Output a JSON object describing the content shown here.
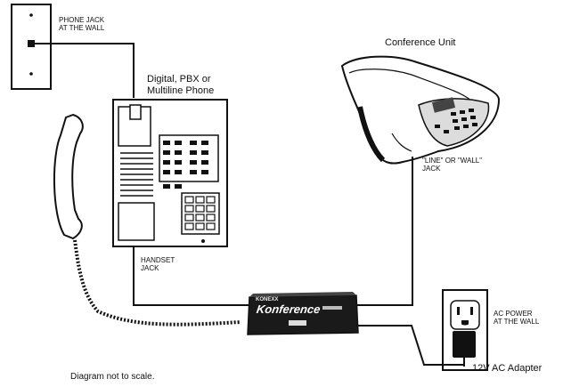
{
  "labels": {
    "phone_jack": [
      "PHONE JACK",
      "AT THE WALL"
    ],
    "phone": [
      "Digital, PBX or",
      "Multiline Phone"
    ],
    "conference_unit": "Conference Unit",
    "line_jack": [
      "\"LINE\" or \"WALL\"",
      "JACK"
    ],
    "handset_jack": [
      "HANDSET",
      "JACK"
    ],
    "ac_power": [
      "AC POWER",
      "AT THE WALL"
    ],
    "adapter": "12V AC Adapter",
    "note": "Diagram not to scale.",
    "device_brand": "KONEXX",
    "device_name": "Konference"
  },
  "colors": {
    "ink": "#111111",
    "device": "#1a1a1a",
    "paper": "#ffffff"
  }
}
